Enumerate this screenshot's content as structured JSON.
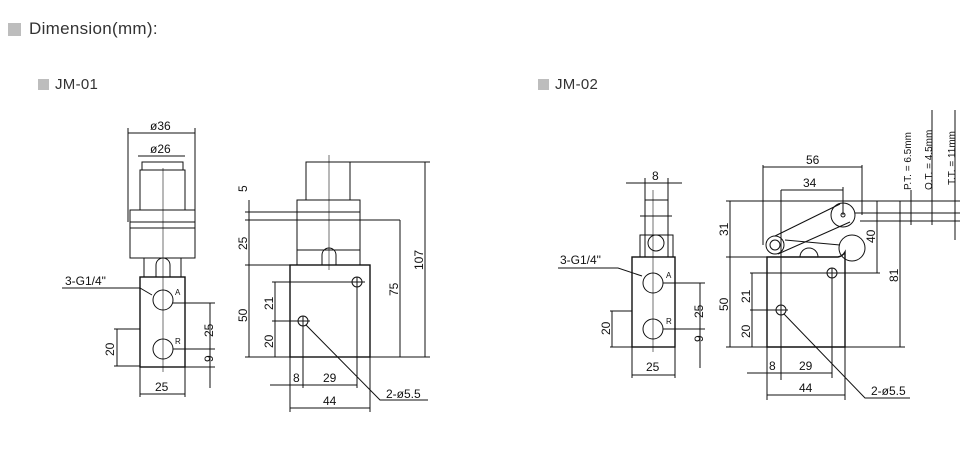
{
  "section_title": "Dimension(mm):",
  "models": [
    {
      "name": "JM-01",
      "labels": {
        "port": "3-G1/4\"",
        "port_a": "A",
        "port_r": "R",
        "d_outer": "ø36",
        "d_inner": "ø26",
        "front_20": "20",
        "front_25": "25",
        "front_9": "9",
        "front_width": "25",
        "side_5": "5",
        "side_25": "25",
        "side_50": "50",
        "side_21": "21",
        "side_20": "20",
        "side_75": "75",
        "side_107": "107",
        "side_8": "8",
        "side_29": "29",
        "side_44": "44",
        "holes": "2-ø5.5"
      }
    },
    {
      "name": "JM-02",
      "labels": {
        "port": "3-G1/4\"",
        "port_a": "A",
        "port_r": "R",
        "roller_width": "8",
        "front_20": "20",
        "front_25": "25",
        "front_9": "9",
        "front_width": "25",
        "side_56": "56",
        "side_34": "34",
        "side_31": "31",
        "side_50": "50",
        "side_21": "21",
        "side_20": "20",
        "side_40": "40",
        "side_81": "81",
        "side_8": "8",
        "side_29": "29",
        "side_44": "44",
        "holes": "2-ø5.5",
        "pt": "P.T. = 6.5mm",
        "ot": "O.T. = 4.5mm",
        "tt": "T.T. = 11mm"
      }
    }
  ]
}
